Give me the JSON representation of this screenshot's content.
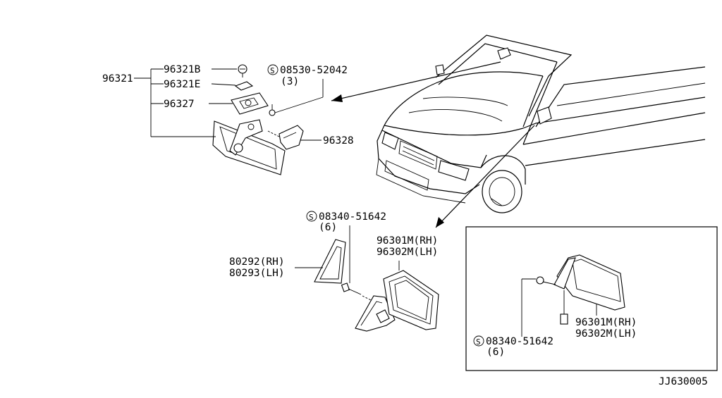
{
  "diagram": {
    "code": "JJ630005",
    "inner_mirror": {
      "assembly": "96321",
      "screw": "96321B",
      "label_plate": "96321E",
      "bracket": "96327",
      "cover": "96328",
      "bolt_symbol": "S",
      "bolt": "08530-52042",
      "bolt_qty": "(3)"
    },
    "door_mirror": {
      "bolt_symbol": "S",
      "bolt": "08340-51642",
      "bolt_qty": "(6)",
      "finisher_rh": "80292(RH)",
      "finisher_lh": "80293(LH)",
      "mirror_rh": "96301M(RH)",
      "mirror_lh": "96302M(LH)"
    },
    "inset": {
      "bolt_symbol": "S",
      "bolt": "08340-51642",
      "bolt_qty": "(6)",
      "mirror_rh": "96301M(RH)",
      "mirror_lh": "96302M(LH)"
    }
  }
}
